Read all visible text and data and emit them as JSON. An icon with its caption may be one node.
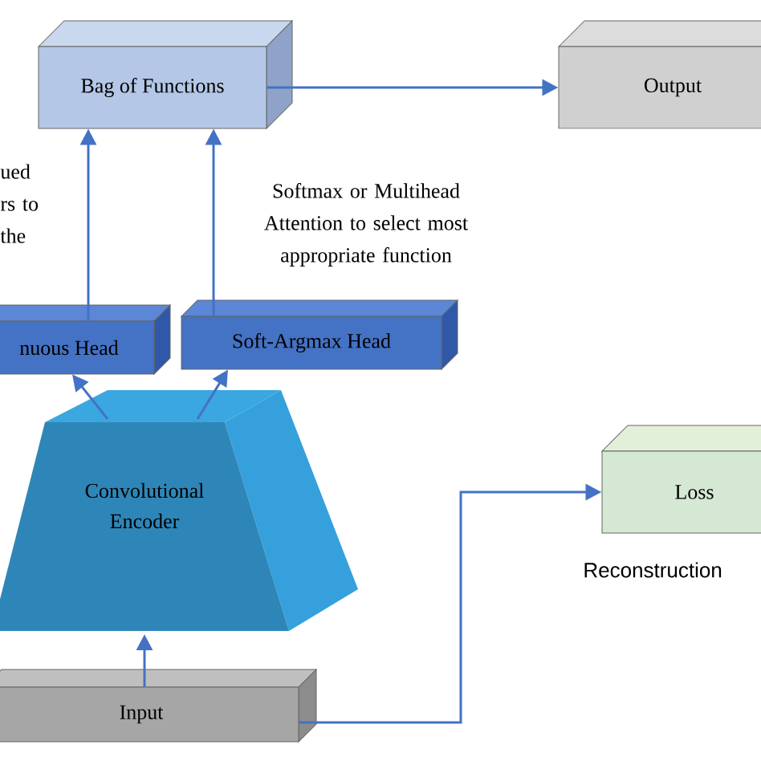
{
  "diagram": {
    "nodes": [
      {
        "text": [
          "Bag of Functions"
        ]
      },
      {
        "text": [
          "Output"
        ]
      },
      {
        "text": [
          "nuous Head"
        ]
      },
      {
        "text": [
          "Soft-Argmax Head"
        ]
      },
      {
        "text": [
          "Convolutional Encoder"
        ]
      },
      {
        "text": [
          "Input"
        ]
      },
      {
        "text": [
          "Loss"
        ],
        "beside": [
          "Reconstruction"
        ]
      }
    ],
    "edges": [
      {
        "from": 0,
        "to": 1,
        "arrow": "to"
      },
      {
        "from": 2,
        "to": 0,
        "arrow": "to"
      },
      {
        "from": 3,
        "to": 0,
        "arrow": "to"
      },
      {
        "from": 4,
        "to": 2,
        "arrow": "to"
      },
      {
        "from": 4,
        "to": 3,
        "arrow": "to"
      },
      {
        "from": 5,
        "to": 4,
        "arrow": "to"
      },
      {
        "from": 5,
        "to": 6,
        "arrow": "to"
      }
    ],
    "labels": [
      "ued rs to the",
      "Softmax or Multihead Attention to select most appropriate function"
    ]
  }
}
